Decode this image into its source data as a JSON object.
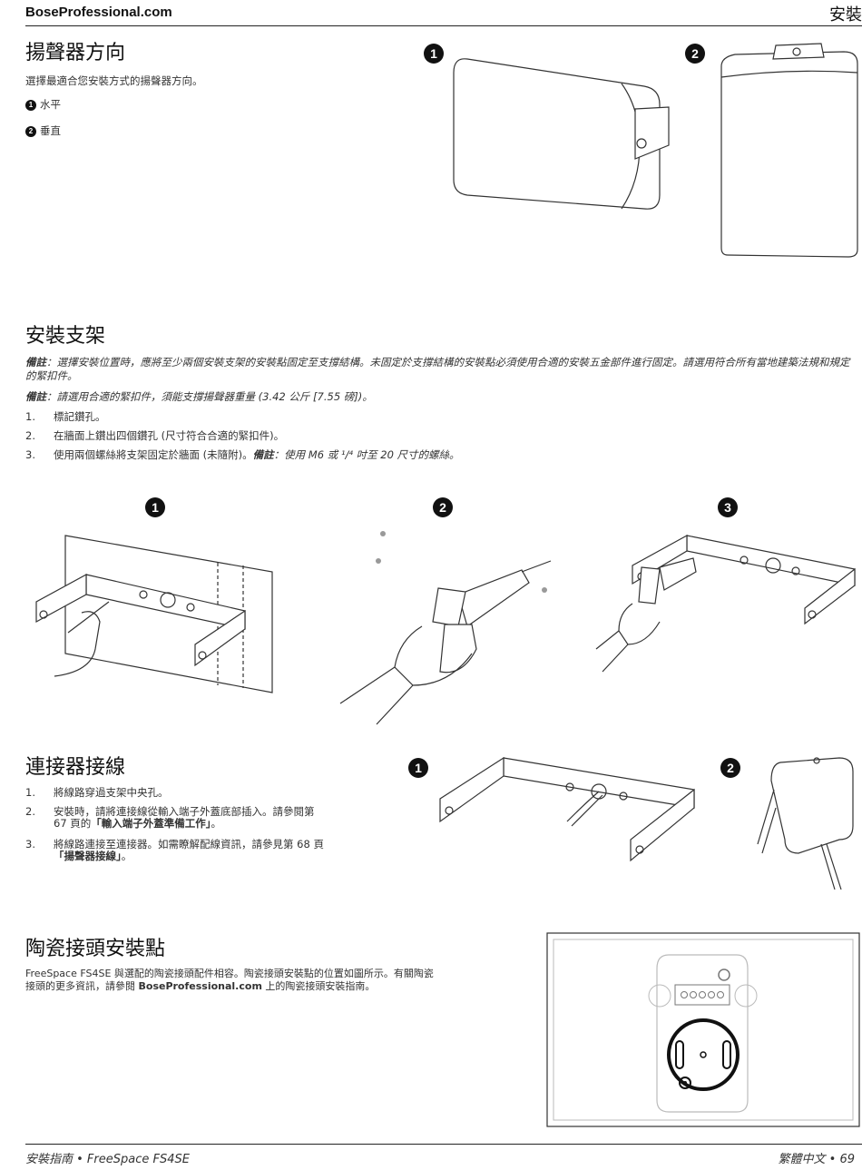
{
  "header": {
    "site": "BoseProfessional.com",
    "section": "安裝"
  },
  "orientation": {
    "title": "揚聲器方向",
    "intro": "選擇最適合您安裝方式的揚聲器方向。",
    "items": [
      {
        "n": "1",
        "label": "水平"
      },
      {
        "n": "2",
        "label": "垂直"
      }
    ]
  },
  "bracket": {
    "title": "安裝支架",
    "note_label": "備註",
    "note1": "：選擇安裝位置時，應將至少兩個安裝支架的安裝點固定至支撐結構。未固定於支撐結構的安裝點必須使用合適的安裝五金部件進行固定。請選用符合所有當地建築法規和規定的緊扣件。",
    "note2": "：請選用合適的緊扣件，須能支撐揚聲器重量 (3.42 公斤 [7.55 磅])。",
    "steps": [
      {
        "n": "1.",
        "text": "標記鑽孔。"
      },
      {
        "n": "2.",
        "text": "在牆面上鑽出四個鑽孔 (尺寸符合合適的緊扣件)。"
      },
      {
        "n": "3.",
        "text": "使用兩個螺絲將支架固定於牆面 (未隨附)。",
        "note_label": "備註",
        "note": "：使用 M6 或 ¹/⁴ 吋至 20 尺寸的螺絲。"
      }
    ],
    "figure_numbers": [
      "1",
      "2",
      "3"
    ]
  },
  "wiring": {
    "title": "連接器接線",
    "steps": [
      {
        "n": "1.",
        "line1": "將線路穿過支架中央孔。"
      },
      {
        "n": "2.",
        "line1": "安裝時，請將連接線從輸入端子外蓋底部插入。請參閱第",
        "line2_pre": "67 頁的",
        "line2_bold": "「輸入端子外蓋準備工作」",
        "line2_post": "。"
      },
      {
        "n": "3.",
        "line1": "將線路連接至連接器。如需瞭解配線資訊，請參見第 68 頁",
        "line2_bold": "「揚聲器接線」",
        "line2_post": "。"
      }
    ],
    "figure_numbers": [
      "1",
      "2"
    ]
  },
  "ceramic": {
    "title": "陶瓷接頭安裝點",
    "line1": "FreeSpace FS4SE 與選配的陶瓷接頭配件相容。陶瓷接頭安裝點的位置如圖所示。有關陶瓷",
    "line2_pre": "接頭的更多資訊，請參閱 ",
    "line2_bold": "BoseProfessional.com",
    "line2_post": " 上的陶瓷接頭安裝指南。"
  },
  "footer": {
    "left": "安裝指南 • FreeSpace FS4SE",
    "right": "繁體中文 • 69"
  }
}
